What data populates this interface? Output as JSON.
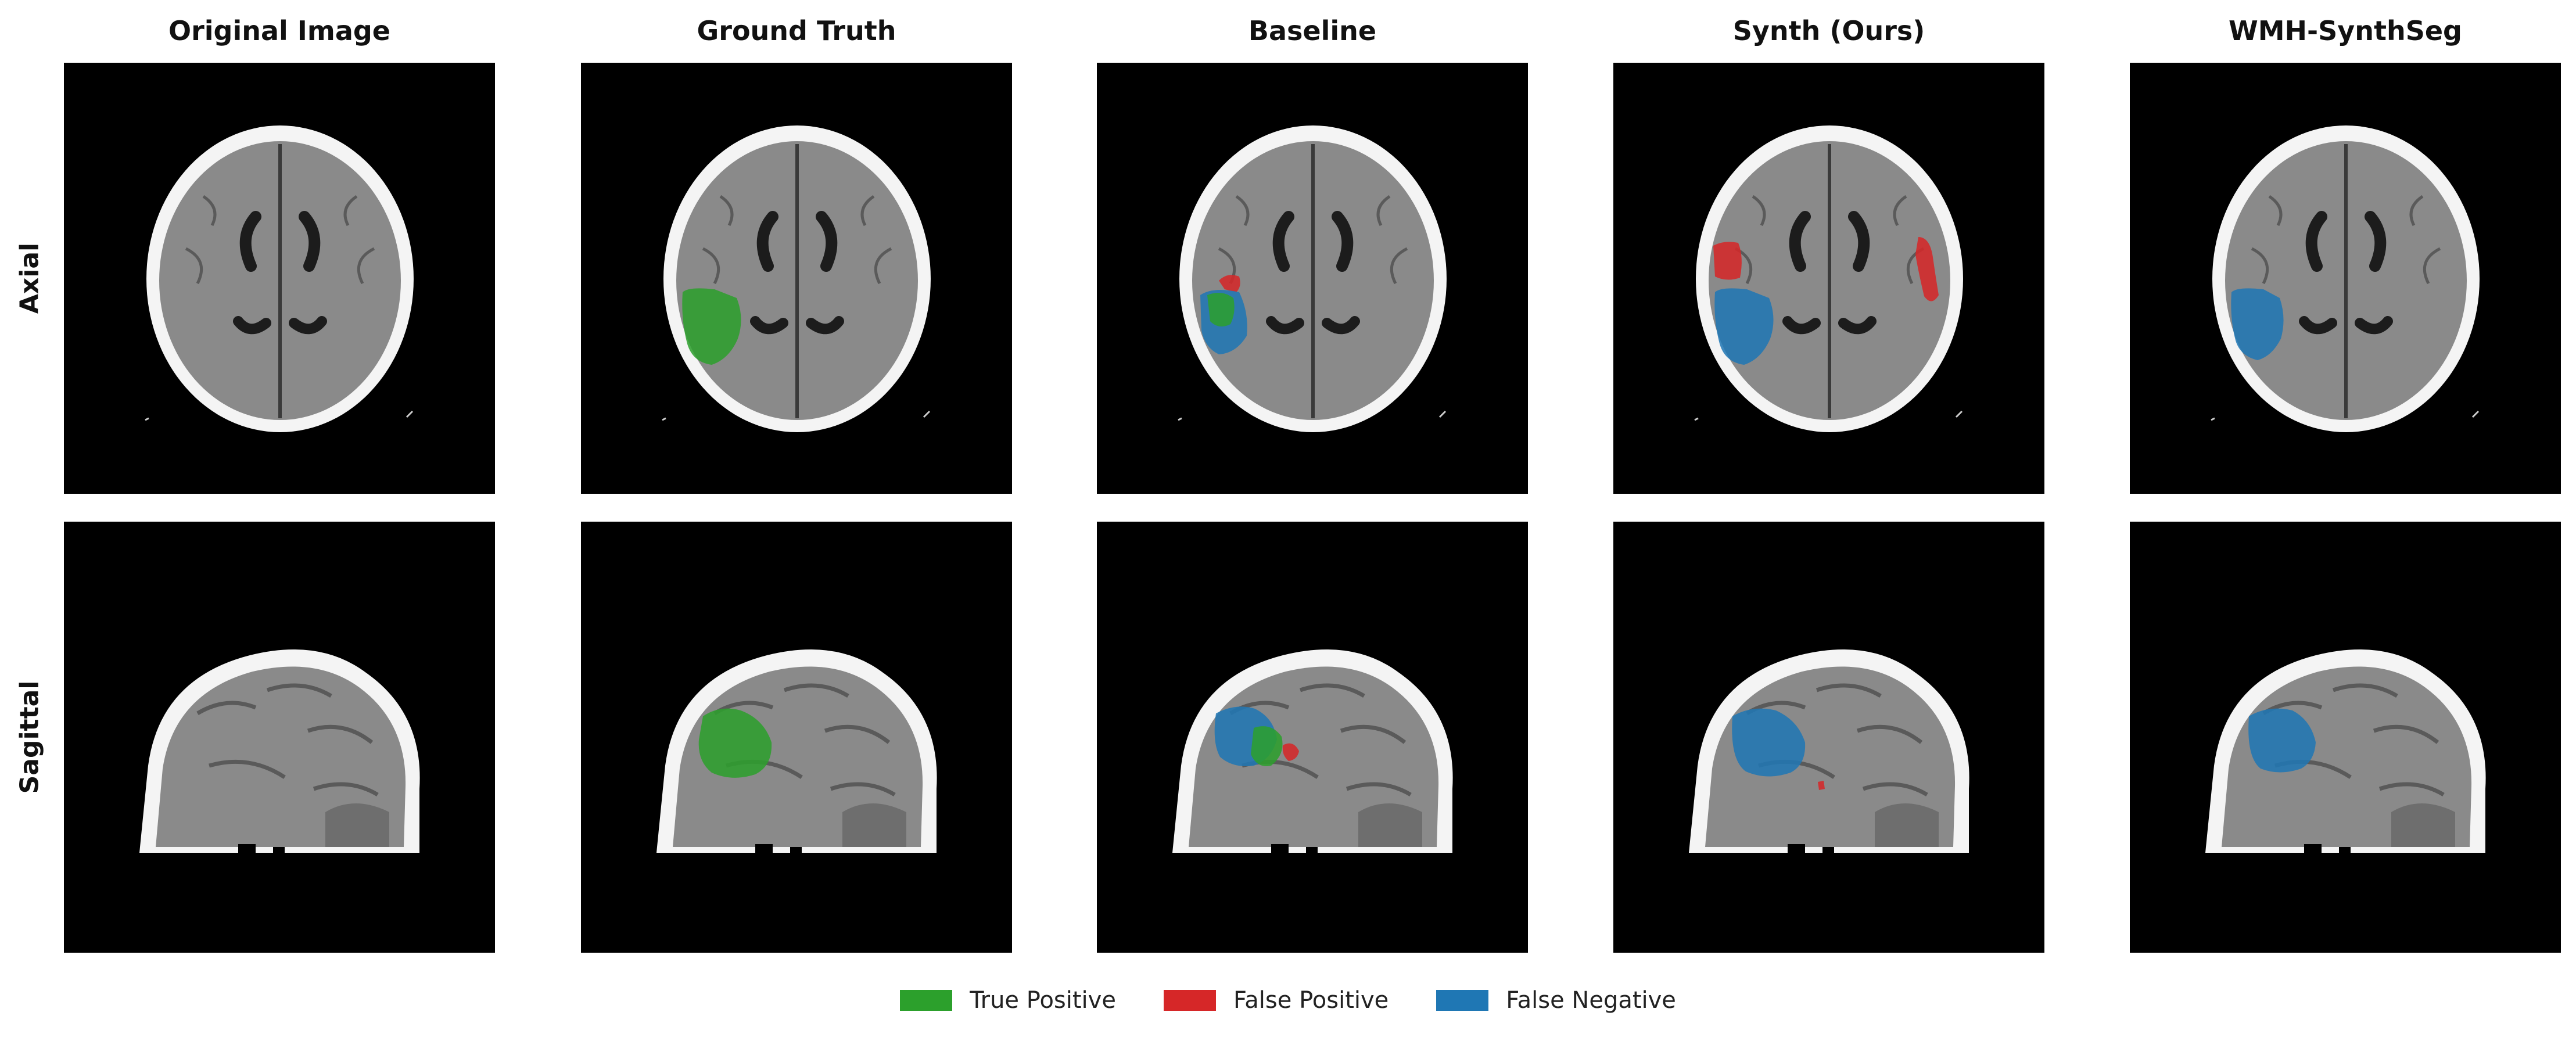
{
  "columns": [
    {
      "key": "original",
      "title": "Original Image"
    },
    {
      "key": "ground_truth",
      "title": "Ground Truth"
    },
    {
      "key": "baseline",
      "title": "Baseline"
    },
    {
      "key": "synth",
      "title": "Synth (Ours)"
    },
    {
      "key": "wmh_synthseg",
      "title": "WMH-SynthSeg"
    }
  ],
  "rows": [
    {
      "key": "axial",
      "label": "Axial"
    },
    {
      "key": "sagittal",
      "label": "Sagittal"
    }
  ],
  "legend": [
    {
      "key": "tp",
      "label": "True Positive",
      "color": "#2ca02c"
    },
    {
      "key": "fp",
      "label": "False Positive",
      "color": "#d62728"
    },
    {
      "key": "fn",
      "label": "False Negative",
      "color": "#1f77b4"
    }
  ],
  "colors": {
    "background": "#ffffff",
    "panel_background": "#000000",
    "skull": "#f4f4f4",
    "brain_tissue": "#8a8a8a"
  }
}
